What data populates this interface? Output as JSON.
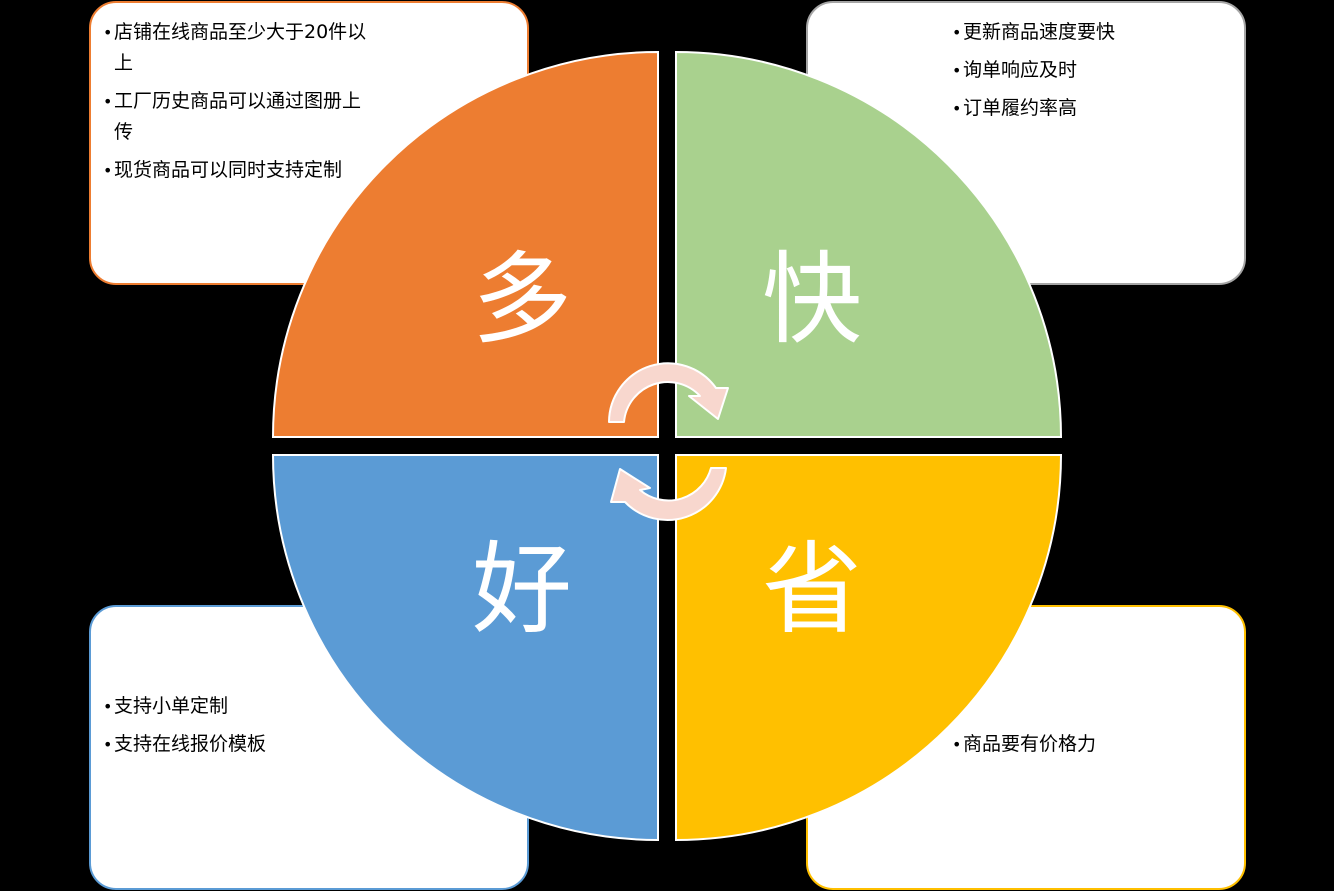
{
  "diagram": {
    "type": "four-quadrant cycle",
    "quadrants": [
      {
        "id": "top-left",
        "char": "多",
        "color": "#ed7d31",
        "box_border": "#ed7d31",
        "bullets": [
          "店铺在线商品至少大于20件以上",
          "工厂历史商品可以通过图册上传",
          "现货商品可以同时支持定制"
        ]
      },
      {
        "id": "top-right",
        "char": "快",
        "color": "#a9d18e",
        "box_border": "#a5a5a5",
        "bullets": [
          "更新商品速度要快",
          "询单响应及时",
          "订单履约率高"
        ]
      },
      {
        "id": "bottom-right",
        "char": "省",
        "color": "#ffc000",
        "box_border": "#ffc000",
        "bullets": [
          "商品要有价格力"
        ]
      },
      {
        "id": "bottom-left",
        "char": "好",
        "color": "#5b9bd5",
        "box_border": "#5b9bd5",
        "bullets": [
          "支持小单定制",
          "支持在线报价模板"
        ]
      }
    ],
    "cycle_arrows": {
      "color": "#f8d7ce",
      "outline": "#ffffff",
      "icons": [
        "clockwise-arrow-top-icon",
        "clockwise-arrow-bottom-icon"
      ]
    },
    "background": "#000000"
  }
}
